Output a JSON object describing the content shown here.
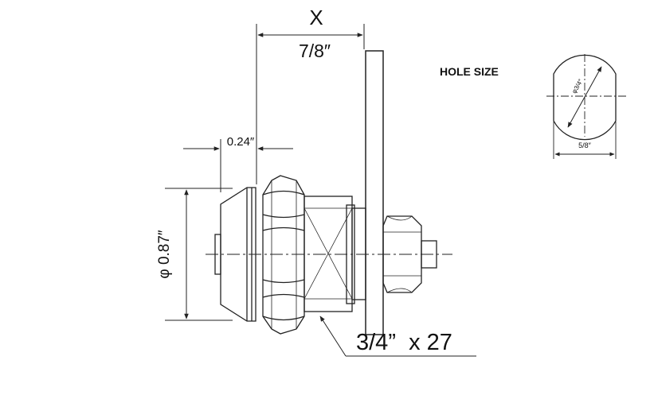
{
  "labels": {
    "x_dimension": "X",
    "x_value": "7/8″",
    "offset": "0.24″",
    "diameter": "φ 0.87″",
    "thread": "3/4”  x 27",
    "hole_size_title": "HOLE SIZE",
    "hole_diameter": "φ3/4″",
    "hole_flat": "5/8″"
  },
  "colors": {
    "line": "#222222",
    "background": "#ffffff"
  }
}
